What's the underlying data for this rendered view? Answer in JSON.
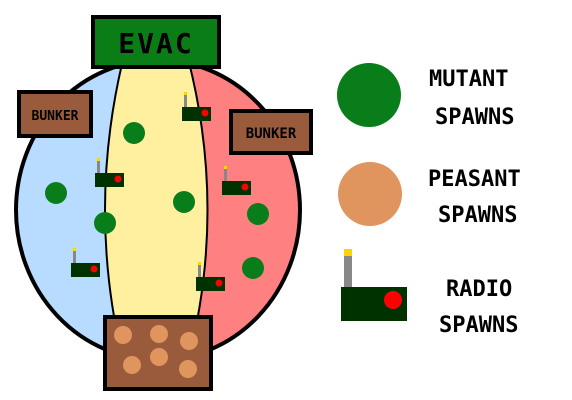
{
  "map": {
    "evac_label": "EVAC",
    "bunker_left_label": "BUNKER",
    "bunker_right_label": "BUNKER",
    "colors": {
      "left_zone": "#b7dcff",
      "middle_zone": "#fff0a0",
      "right_zone": "#ff8080",
      "outline": "#000000",
      "evac_fill": "#0b7d16",
      "bunker_fill": "#9a5b3d",
      "peasant_pit": "#9a5b3d",
      "mutant": "#0a7d1b",
      "peasant": "#e0945e",
      "radio_body": "#003200",
      "radio_light": "#ff0000",
      "antenna": "#888888",
      "antenna_tip": "#ffd400"
    }
  },
  "legend": {
    "mutant": {
      "line1": "MUTANT",
      "line2": "SPAWNS",
      "icon": "mutant-spawn-icon"
    },
    "peasant": {
      "line1": "PEASANT",
      "line2": "SPAWNS",
      "icon": "peasant-spawn-icon"
    },
    "radio": {
      "line1": "RADIO",
      "line2": "SPAWNS",
      "icon": "radio-spawn-icon"
    }
  }
}
